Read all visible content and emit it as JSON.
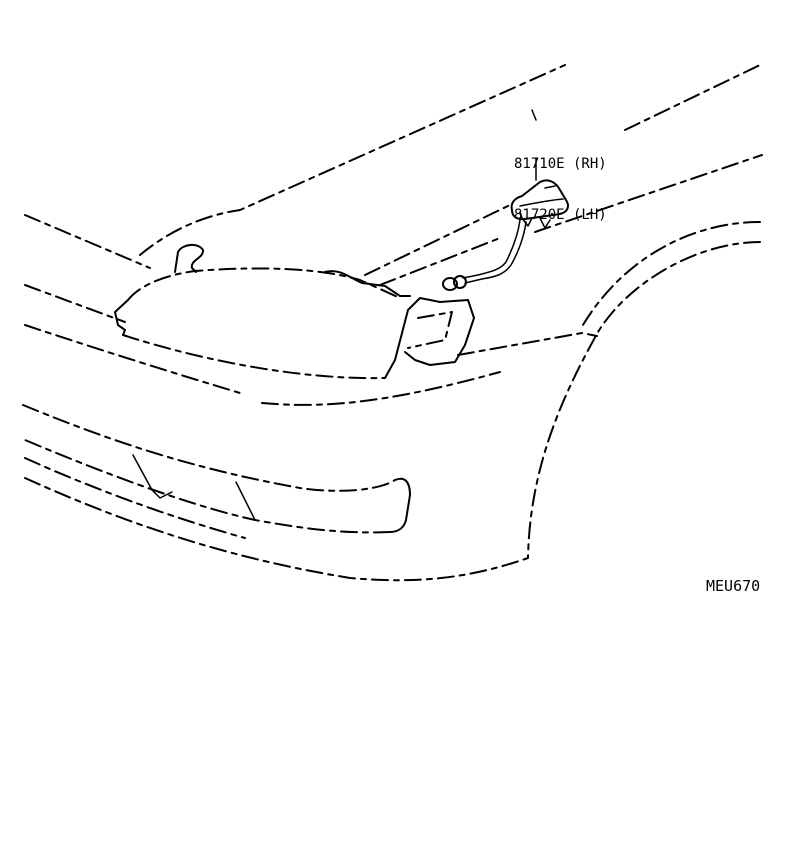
{
  "diagram": {
    "type": "exploded parts illustration",
    "subject": "Front fender side turn signal lamp",
    "callouts": [
      {
        "part_number": "81710E",
        "side": "(RH)",
        "text": "81710E (RH)"
      },
      {
        "part_number": "81720E",
        "side": "(LH)",
        "text": "81720E (LH)"
      }
    ],
    "figure_code": "MEU670",
    "line_color": "#000000",
    "background": "#ffffff"
  }
}
